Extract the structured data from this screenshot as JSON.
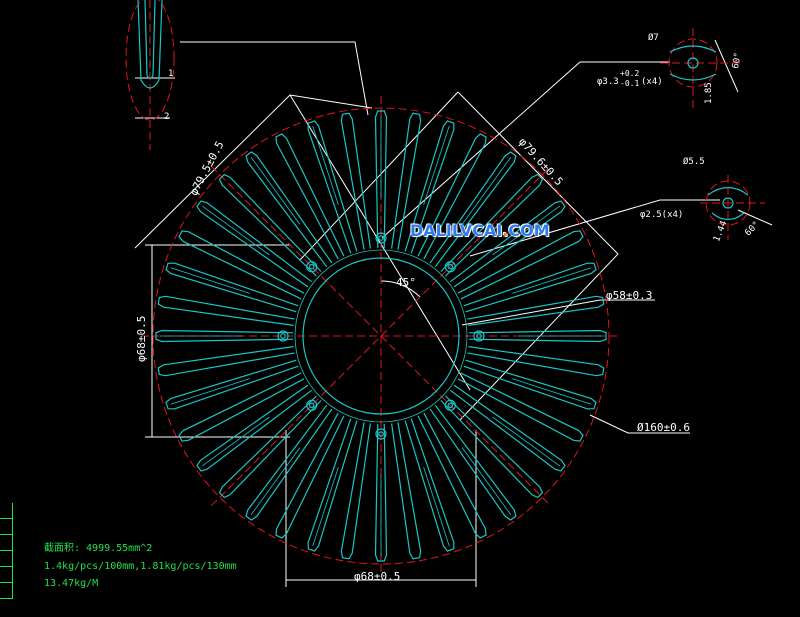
{
  "watermark": {
    "text": "DALILVCAI",
    "dot": ".",
    "suffix": "COM"
  },
  "dimensions": {
    "d_79_5_left": "φ79.5±0.5",
    "d_79_6_right": "φ79.6±0.5",
    "d_68_vertical": "φ68±0.5",
    "d_68_bottom": "φ68±0.5",
    "d_58_inner": "φ58±0.3",
    "d_160_outer": "Ø160±0.6",
    "angle_45": "45°",
    "detail_top_left_1": "1",
    "detail_top_left_2": "2",
    "detail_top_right_phi7": "Ø7",
    "detail_top_right_hole": "φ3.3",
    "detail_top_right_tol_upper": "+0.2",
    "detail_top_right_tol_lower": "-0.1",
    "detail_top_right_count": "(x4)",
    "detail_top_right_1_85": "1.85",
    "detail_top_right_60": "60°",
    "detail_right_r5_5": "Ø5.5",
    "detail_right_hole": "φ2.5(x4)",
    "detail_right_1_44": "1.44",
    "detail_right_60": "60°"
  },
  "notes": {
    "area": "截面积: 4999.55mm^2",
    "weight_per_pcs": "1.4kg/pcs/100mm,1.81kg/pcs/130mm",
    "weight_per_m": "13.47kg/M"
  },
  "colors": {
    "fin": "#19c6c6",
    "centerline": "#e0141e",
    "dimension": "#ffffff",
    "note": "#21e04a"
  }
}
